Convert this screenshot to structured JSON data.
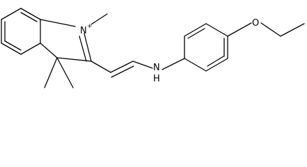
{
  "molecule": {
    "atom_labels": {
      "n_plus": "N",
      "n_plus_charge": "+",
      "nh": "N",
      "nh_h": "H",
      "oxygen": "O"
    }
  }
}
